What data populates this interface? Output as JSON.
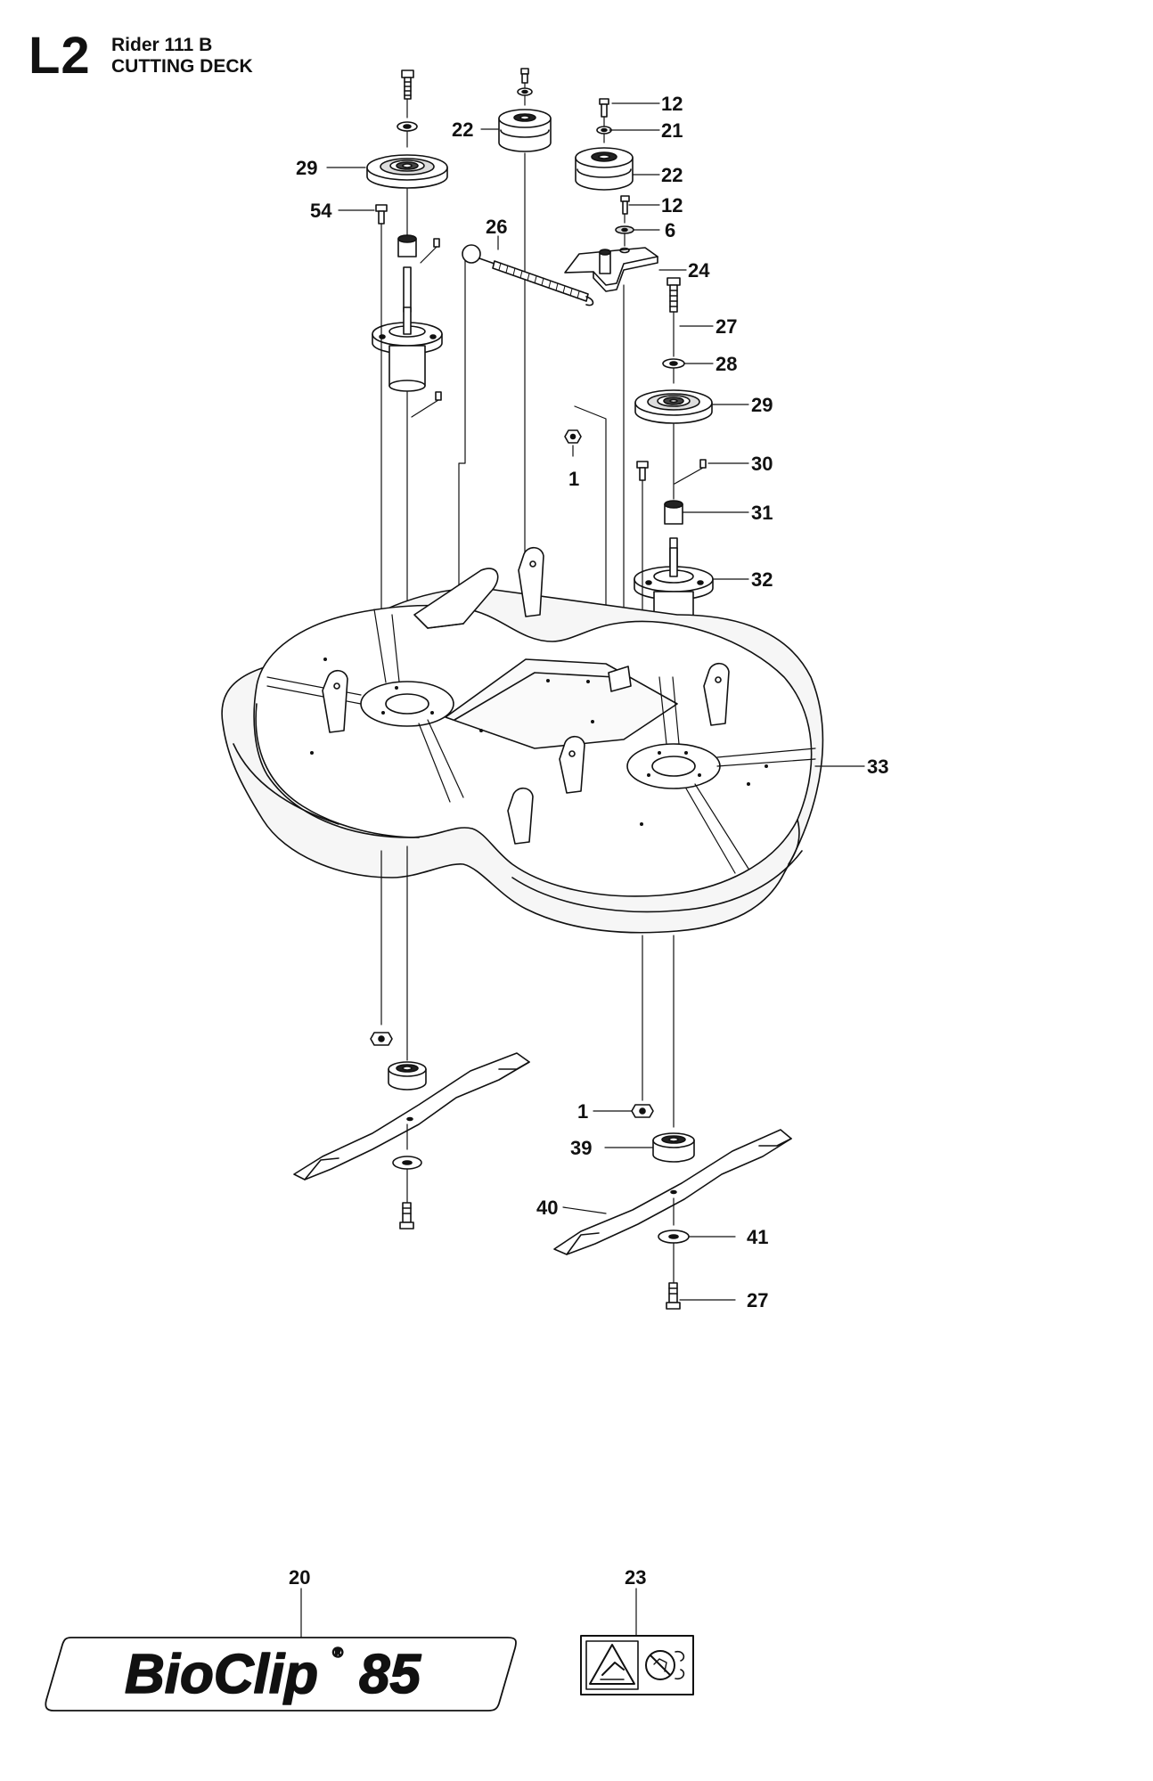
{
  "header": {
    "section_code": "L2",
    "model": "Rider 111 B",
    "section_title": "CUTTING DECK"
  },
  "callouts": [
    {
      "id": "c29a",
      "label": "29"
    },
    {
      "id": "c54",
      "label": "54"
    },
    {
      "id": "c22a",
      "label": "22"
    },
    {
      "id": "c12a",
      "label": "12"
    },
    {
      "id": "c21",
      "label": "21"
    },
    {
      "id": "c22b",
      "label": "22"
    },
    {
      "id": "c12b",
      "label": "12"
    },
    {
      "id": "c6",
      "label": "6"
    },
    {
      "id": "c26",
      "label": "26"
    },
    {
      "id": "c24",
      "label": "24"
    },
    {
      "id": "c27a",
      "label": "27"
    },
    {
      "id": "c28",
      "label": "28"
    },
    {
      "id": "c29b",
      "label": "29"
    },
    {
      "id": "c30",
      "label": "30"
    },
    {
      "id": "c1a",
      "label": "1"
    },
    {
      "id": "c31",
      "label": "31"
    },
    {
      "id": "c32",
      "label": "32"
    },
    {
      "id": "c33",
      "label": "33"
    },
    {
      "id": "c1b",
      "label": "1"
    },
    {
      "id": "c39",
      "label": "39"
    },
    {
      "id": "c40",
      "label": "40"
    },
    {
      "id": "c41",
      "label": "41"
    },
    {
      "id": "c27b",
      "label": "27"
    },
    {
      "id": "c20",
      "label": "20"
    },
    {
      "id": "c23",
      "label": "23"
    }
  ],
  "decal": {
    "brand": "BioClip",
    "mark": "®",
    "size": "85"
  }
}
